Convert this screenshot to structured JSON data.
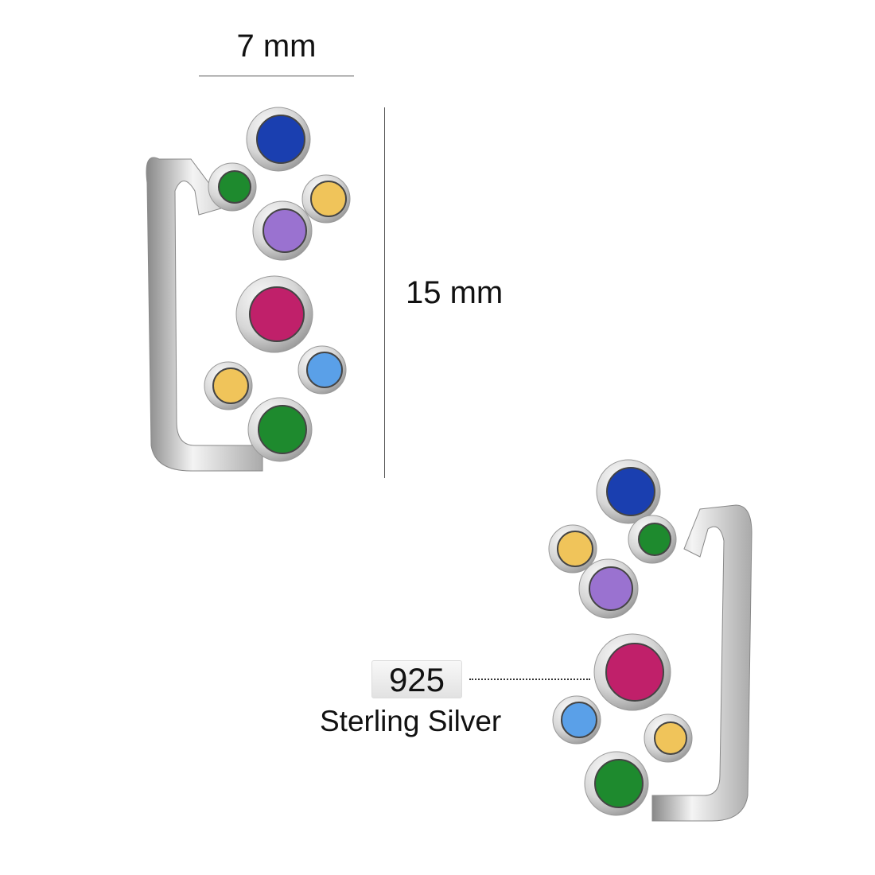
{
  "dimensions": {
    "width_label": "7 mm",
    "height_label": "15 mm"
  },
  "material": {
    "stamp": "925",
    "name": "Sterling Silver"
  },
  "colors": {
    "sapphire": "#1a3fb0",
    "emerald": "#1e8a2e",
    "citrine": "#f0c45a",
    "amethyst": "#9a72d0",
    "ruby": "#c0206a",
    "aquamarine": "#5aa0e8",
    "silver": "#d9d9d9"
  }
}
